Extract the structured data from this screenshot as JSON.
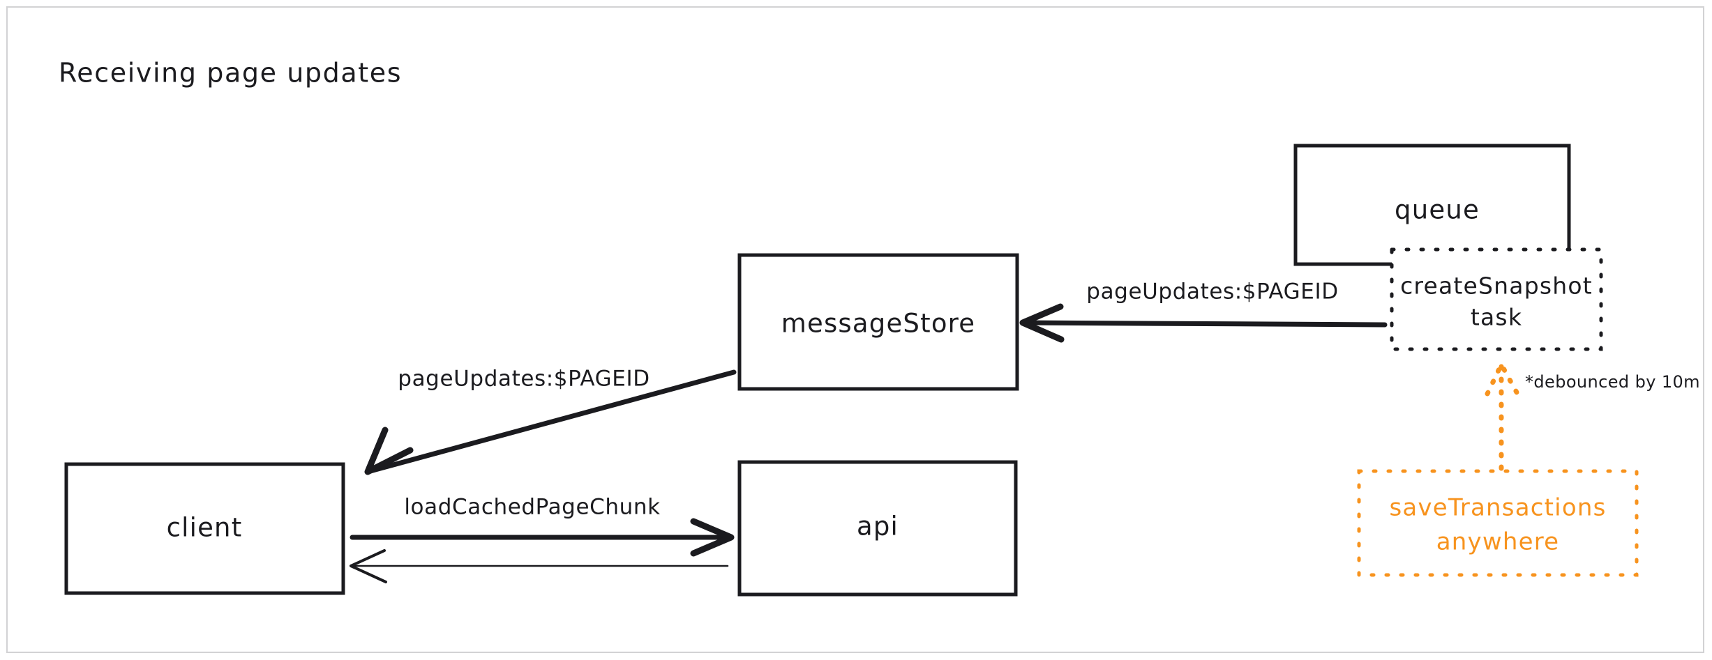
{
  "canvas": {
    "title": "Receiving page updates",
    "background_color": "#ffffff",
    "border_color": "#d2d2d4",
    "ink_color": "#1b1b1f",
    "accent_color": "#f7931e"
  },
  "nodes": [
    {
      "id": "client",
      "label": "client",
      "style": "solid",
      "color": "#1b1b1f"
    },
    {
      "id": "api",
      "label": "api",
      "style": "solid",
      "color": "#1b1b1f"
    },
    {
      "id": "messageStore",
      "label": "messageStore",
      "style": "solid",
      "color": "#1b1b1f"
    },
    {
      "id": "queue",
      "label": "queue",
      "style": "solid",
      "color": "#1b1b1f"
    },
    {
      "id": "createSnapshot",
      "label_line1": "createSnapshot",
      "label_line2": "task",
      "style": "dotted",
      "color": "#1b1b1f"
    },
    {
      "id": "saveTransactions",
      "label_line1": "saveTransactions",
      "label_line2": "anywhere",
      "style": "dotted",
      "color": "#f7931e"
    }
  ],
  "edges": [
    {
      "id": "messageStore-to-client",
      "label": "pageUpdates:$PAGEID",
      "from": "messageStore",
      "to": "client",
      "color": "#1b1b1f",
      "weight": "thick"
    },
    {
      "id": "createSnapshot-to-store",
      "label": "pageUpdates:$PAGEID",
      "from": "createSnapshot",
      "to": "messageStore",
      "color": "#1b1b1f",
      "weight": "thick"
    },
    {
      "id": "client-to-api",
      "label": "loadCachedPageChunk",
      "from": "client",
      "to": "api",
      "color": "#1b1b1f",
      "weight": "thick"
    },
    {
      "id": "api-to-client",
      "label": "",
      "from": "api",
      "to": "client",
      "color": "#1b1b1f",
      "weight": "thin"
    },
    {
      "id": "saveTransactions-to-task",
      "label": "",
      "from": "saveTransactions",
      "to": "createSnapshot",
      "color": "#f7931e",
      "weight": "dotted"
    }
  ],
  "notes": [
    {
      "id": "debounce-note",
      "text": "*debounced by 10m",
      "color": "#1b1b1f"
    }
  ]
}
